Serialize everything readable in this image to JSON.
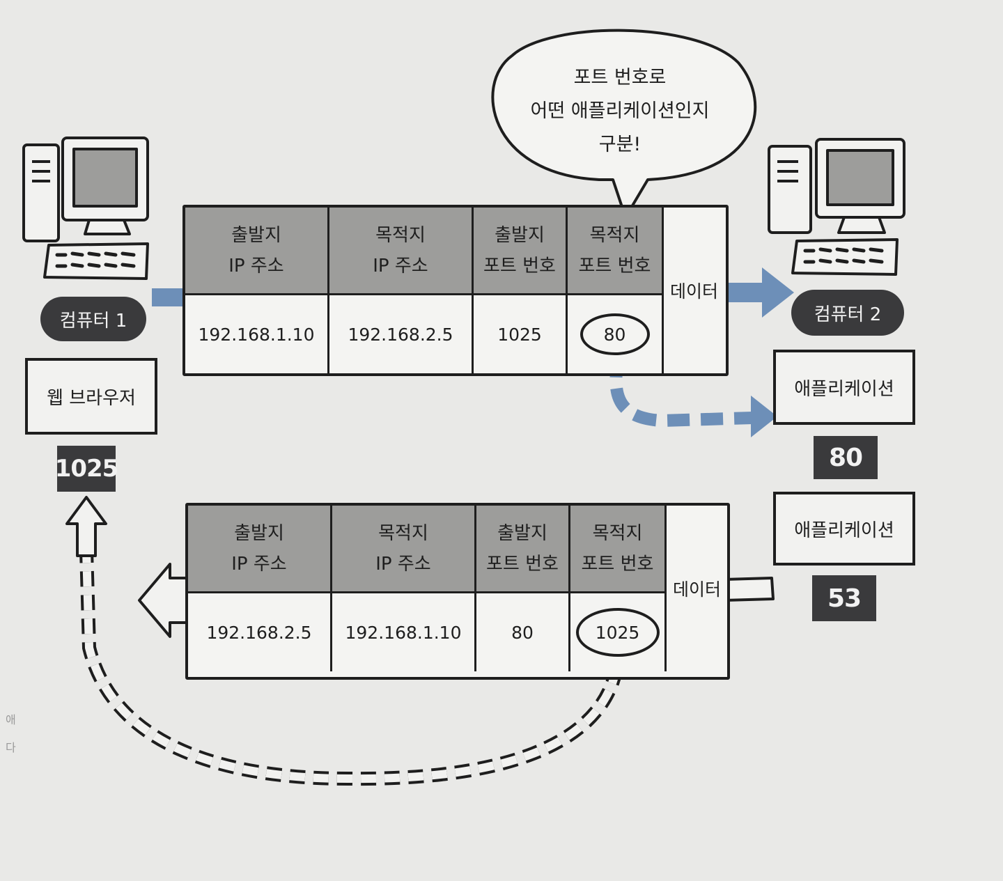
{
  "bubble": {
    "line1": "포트 번호로",
    "line2": "어떤 애플리케이션인지",
    "line3": "구분!"
  },
  "computer1": {
    "label": "컴퓨터 1",
    "app": "웹 브라우저",
    "port": "1025"
  },
  "computer2": {
    "label": "컴퓨터 2",
    "apps": [
      {
        "name": "애플리케이션",
        "port": "80"
      },
      {
        "name": "애플리케이션",
        "port": "53"
      }
    ]
  },
  "headers": {
    "src_ip": [
      "출발지",
      "IP 주소"
    ],
    "dst_ip": [
      "목적지",
      "IP 주소"
    ],
    "src_port": [
      "출발지",
      "포트 번호"
    ],
    "dst_port": [
      "목적지",
      "포트 번호"
    ],
    "data": "데이터"
  },
  "packet_request": {
    "src_ip": "192.168.1.10",
    "dst_ip": "192.168.2.5",
    "src_port": "1025",
    "dst_port": "80"
  },
  "packet_response": {
    "src_ip": "192.168.2.5",
    "dst_ip": "192.168.1.10",
    "src_port": "80",
    "dst_port": "1025"
  },
  "margin": {
    "line1": "애",
    "line2": "다"
  },
  "colors": {
    "arrow_blue": "#6d8fb8",
    "dark": "#3a3a3c",
    "header_gray": "#9d9d9b",
    "background": "#e9e9e7"
  }
}
